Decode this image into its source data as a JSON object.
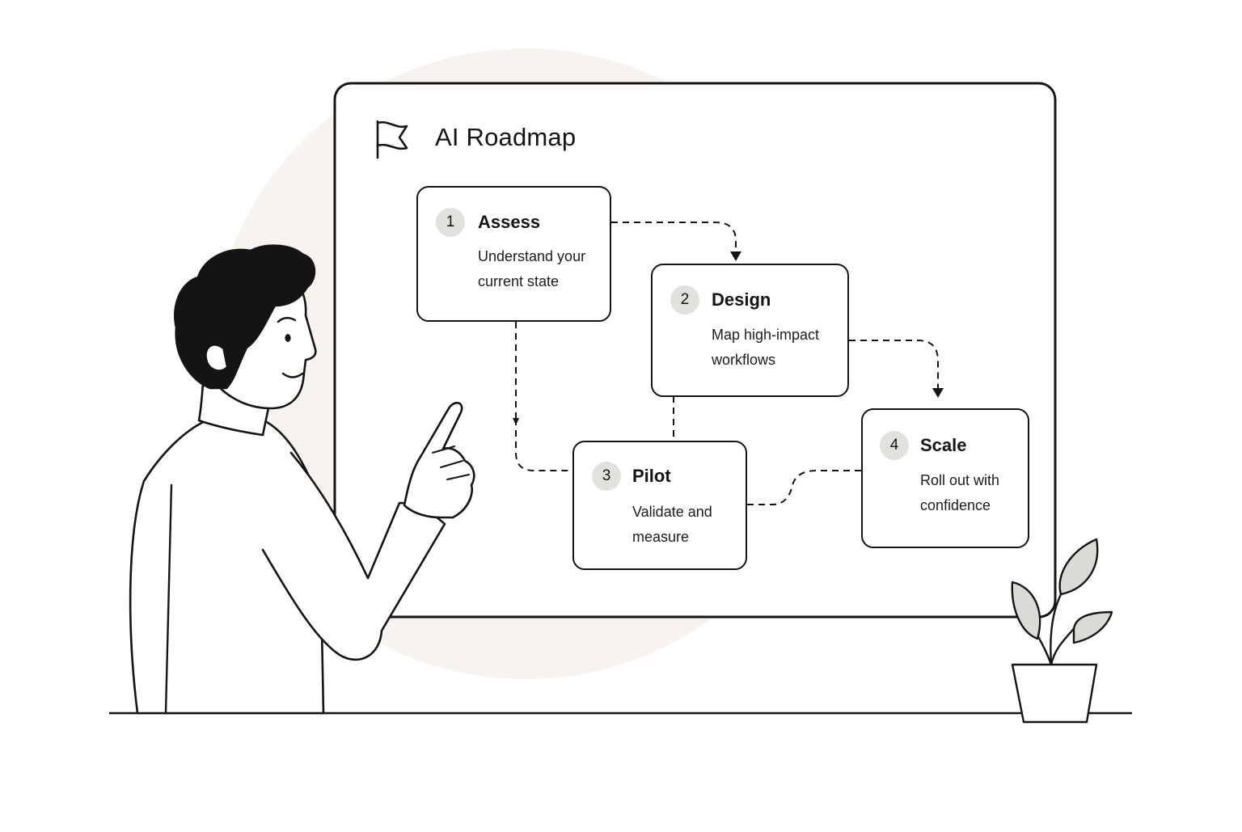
{
  "board": {
    "title": "AI Roadmap",
    "icon": "flag-icon"
  },
  "steps": [
    {
      "number": "1",
      "title": "Assess",
      "description": "Understand your current state"
    },
    {
      "number": "2",
      "title": "Design",
      "description": "Map high-impact workflows"
    },
    {
      "number": "3",
      "title": "Pilot",
      "description": "Validate and measure"
    },
    {
      "number": "4",
      "title": "Scale",
      "description": "Roll out with confidence"
    }
  ],
  "colors": {
    "ink": "#141414",
    "badge": "#e3e1dd",
    "backdrop": "#f7f4ef",
    "leaf": "#dcdad6"
  }
}
